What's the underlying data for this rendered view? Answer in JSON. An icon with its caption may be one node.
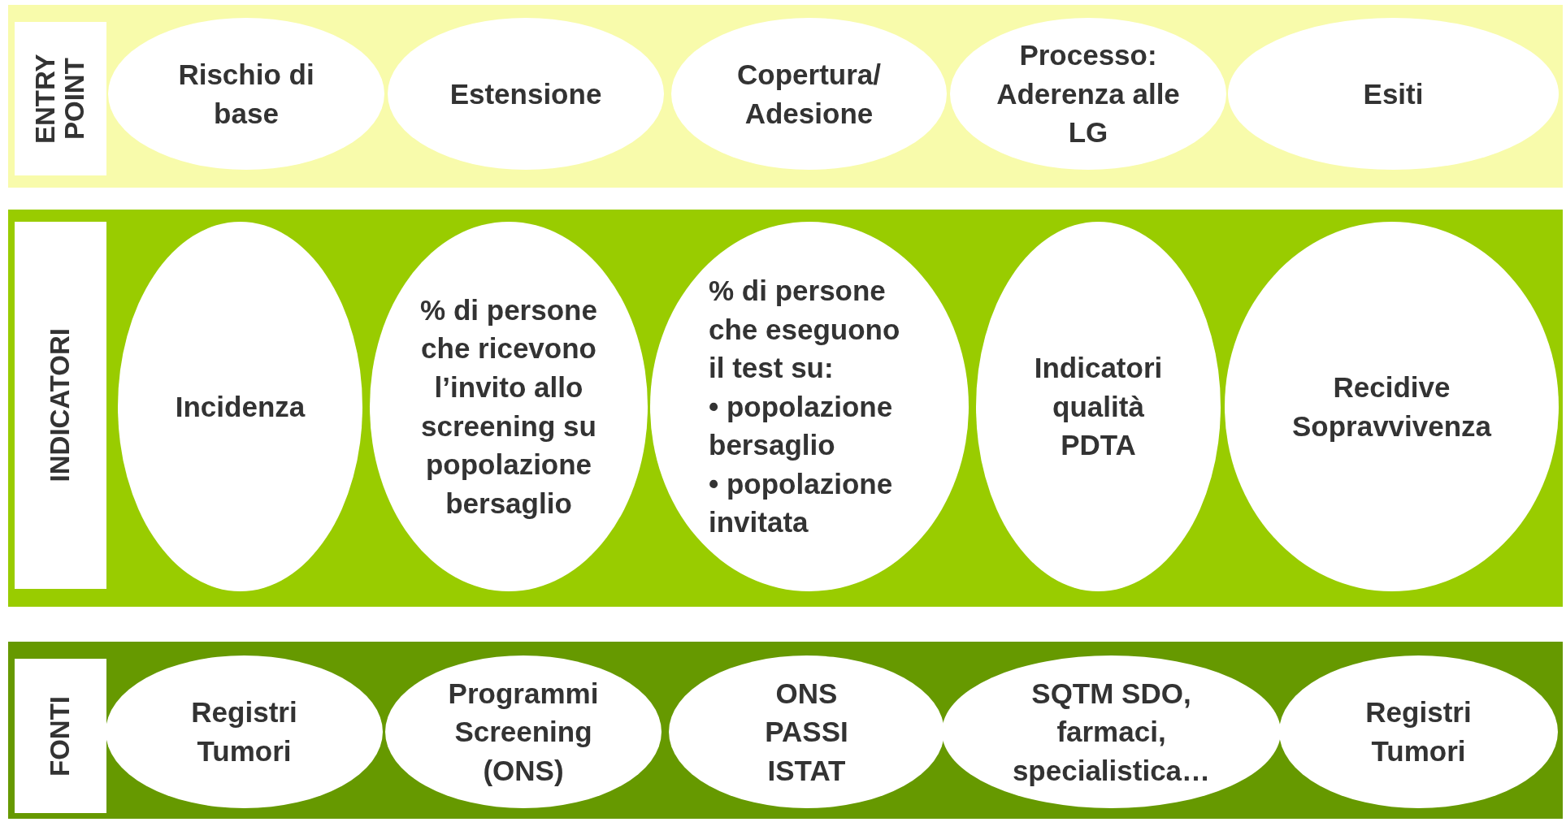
{
  "diagram": {
    "nodes": [
      {
        "text": [
          "ENTRY POINT"
        ]
      },
      {
        "text": [
          "Rischio di base"
        ],
        "in": 0
      },
      {
        "text": [
          "Estensione"
        ],
        "in": 0
      },
      {
        "text": [
          "Copertura/ Adesione"
        ],
        "in": 0
      },
      {
        "text": [
          "Processo: Aderenza alle LG"
        ],
        "in": 0
      },
      {
        "text": [
          "Esiti"
        ],
        "in": 0
      },
      {
        "text": [
          "INDICATORI"
        ]
      },
      {
        "text": [
          "Incidenza"
        ],
        "in": 6
      },
      {
        "text": [
          "% di persone che ricevono l’invito allo screening su popolazione bersaglio"
        ],
        "in": 6
      },
      {
        "text": [
          "% di persone che eseguono il test su:",
          "• popolazione bersaglio",
          "• popolazione invitata"
        ],
        "in": 6
      },
      {
        "text": [
          "Indicatori qualità PDTA"
        ],
        "in": 6
      },
      {
        "text": [
          "Recidive Sopravvivenza"
        ],
        "in": 6
      },
      {
        "text": [
          "FONTI"
        ]
      },
      {
        "text": [
          "Registri Tumori"
        ],
        "in": 12
      },
      {
        "text": [
          "Programmi Screening (ONS)"
        ],
        "in": 12
      },
      {
        "text": [
          "ONS PASSI ISTAT"
        ],
        "in": 12
      },
      {
        "text": [
          "SQTM SDO, farmaci, specialistica…"
        ],
        "in": 12
      },
      {
        "text": [
          "Registri Tumori"
        ],
        "in": 12
      }
    ],
    "edges": []
  }
}
